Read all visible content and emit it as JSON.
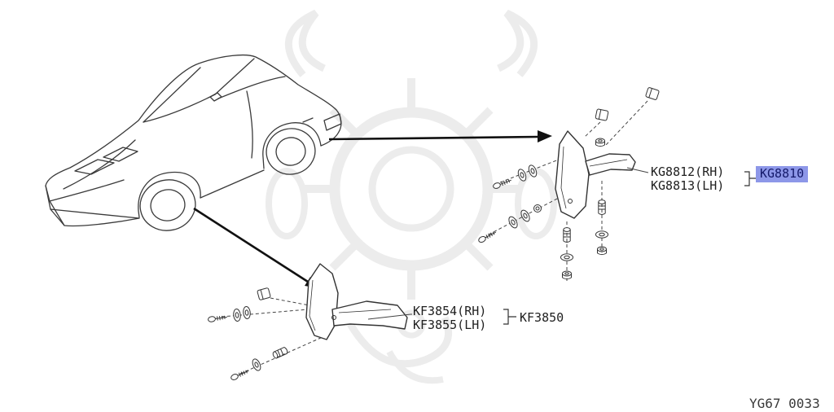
{
  "diagram": {
    "code": "YG67 0033",
    "rear_assembly": {
      "part_rh": "KG8812(RH)",
      "part_lh": "KG8813(LH)",
      "group": "KG8810"
    },
    "front_assembly": {
      "part_rh": "KF3854(RH)",
      "part_lh": "KF3855(LH)",
      "group": "KF3850"
    }
  },
  "colors": {
    "highlight_bg": "#8d97e8",
    "highlight_text": "#151a6b",
    "line_color": "#333333",
    "watermark": "#ececec"
  },
  "icons": {
    "screw-icon": "svg-screw-shape",
    "washer-icon": "svg-washer-shape",
    "bolt-icon": "svg-bolt-shape",
    "nut-icon": "svg-nut-shape",
    "clip-icon": "svg-clip-shape",
    "grommet-icon": "svg-grommet-shape"
  }
}
